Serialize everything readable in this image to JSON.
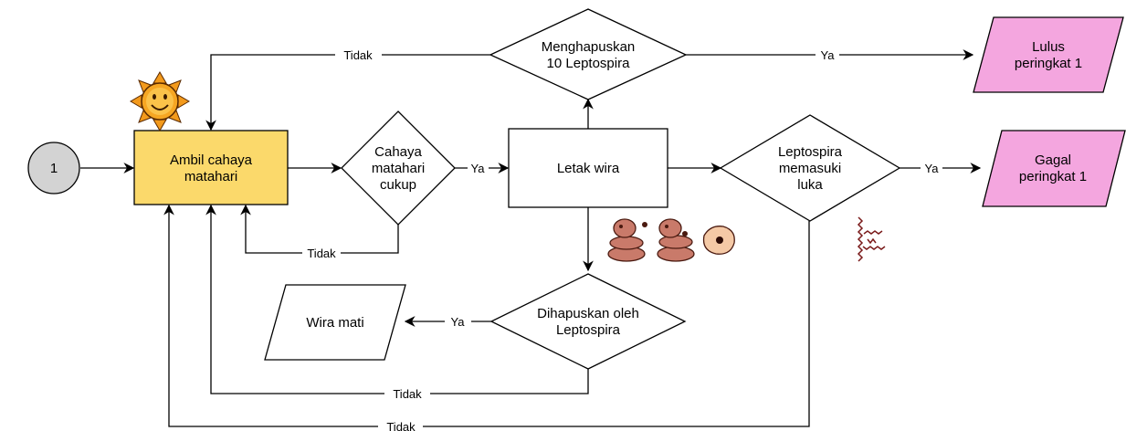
{
  "nodes": {
    "start": {
      "label": "1",
      "fill": "#d3d3d3"
    },
    "ambil": {
      "lines": [
        "Ambil cahaya",
        "matahari"
      ],
      "fill": "#fbd96b"
    },
    "cahaya": {
      "lines": [
        "Cahaya",
        "matahari",
        "cukup"
      ]
    },
    "letak": {
      "lines": [
        "Letak wira"
      ]
    },
    "menghapuskan": {
      "lines": [
        "Menghapuskan",
        "10 Leptospira"
      ]
    },
    "leptospira": {
      "lines": [
        "Leptospira",
        "memasuki",
        "luka"
      ]
    },
    "dihapuskan": {
      "lines": [
        "Dihapuskan oleh",
        "Leptospira"
      ]
    },
    "wira_mati": {
      "lines": [
        "Wira mati"
      ]
    },
    "lulus": {
      "lines": [
        "Lulus",
        "peringkat 1"
      ],
      "fill": "#f4a6df"
    },
    "gagal": {
      "lines": [
        "Gagal",
        "peringkat 1"
      ],
      "fill": "#f4a6df"
    }
  },
  "edges": {
    "ya": "Ya",
    "tidak": "Tidak"
  },
  "icons": {
    "sun": "sun-icon",
    "cells": "blood-cells-icon",
    "bacteria": "leptospira-bacteria-icon"
  }
}
